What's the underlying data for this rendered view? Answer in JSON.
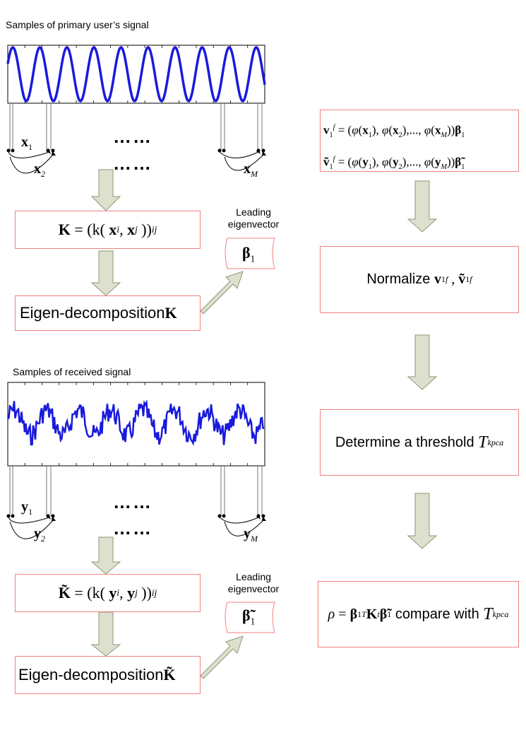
{
  "top_section": {
    "title": "Samples of primary user’s signal",
    "sample_labels": [
      "x",
      "x",
      "x"
    ],
    "sample_subs": [
      "1",
      "2",
      "M"
    ],
    "dots": "……",
    "kernel_matrix_symbol": "K",
    "kernel_var": "x",
    "eig_label": "Eigen-decomposition",
    "eig_symbol": "K",
    "leading_line1": "Leading",
    "leading_line2": "eigenvector",
    "beta_symbol": "β",
    "beta_sub": "1"
  },
  "bottom_section": {
    "title": "Samples of received signal",
    "sample_labels": [
      "y",
      "y",
      "y"
    ],
    "sample_subs": [
      "1",
      "2",
      "M"
    ],
    "dots": "……",
    "kernel_matrix_symbol": "K̃",
    "kernel_var": "y",
    "eig_label": "Eigen-decomposition",
    "eig_symbol": "K̃",
    "leading_line1": "Leading",
    "leading_line2": "eigenvector",
    "beta_symbol": "β̃",
    "beta_sub": "1"
  },
  "right_column": {
    "normalize_label": "Normalize",
    "threshold_label": "Determine a threshold",
    "threshold_symbol": "T",
    "threshold_sub": "kpca",
    "compare_label": "compare with",
    "rho_symbol": "ρ"
  },
  "colors": {
    "box_border": "#f08080",
    "arrow_fill": "#dde0cc",
    "arrow_stroke": "#8a9a7a",
    "signal": "#1a1adc"
  },
  "icons": {
    "down_arrow": "block-down-arrow-icon",
    "diag_arrow": "block-diagonal-arrow-icon",
    "tape_shape": "wavy-tape-icon"
  }
}
